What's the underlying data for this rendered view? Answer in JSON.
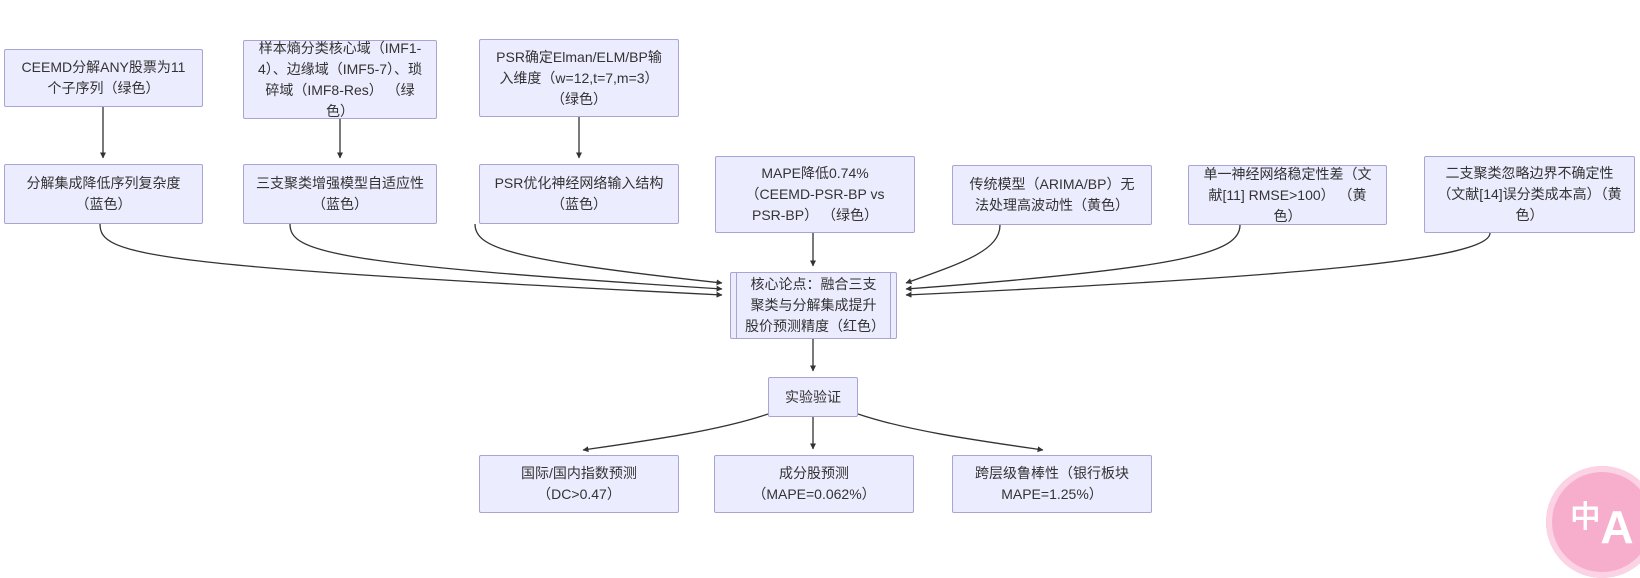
{
  "nodes": [
    {
      "id": "ceemd",
      "label": "CEEMD分解ANY股票为11个子序列（绿色）"
    },
    {
      "id": "sample-entropy",
      "label": "样本熵分类核心域（IMF1-4）、边缘域（IMF5-7）、琐碎域（IMF8-Res） （绿色）"
    },
    {
      "id": "psr-input",
      "label": "PSR确定Elman/ELM/BP输入维度（w=12,t=7,m=3） （绿色）"
    },
    {
      "id": "decomp-benefit",
      "label": "分解集成降低序列复杂度（蓝色）"
    },
    {
      "id": "three-way-benefit",
      "label": "三支聚类增强模型自适应性（蓝色）"
    },
    {
      "id": "psr-benefit",
      "label": "PSR优化神经网络输入结构（蓝色）"
    },
    {
      "id": "mape-evidence",
      "label": "MAPE降低0.74%（CEEMD-PSR-BP vs PSR-BP） （绿色）"
    },
    {
      "id": "traditional-limit",
      "label": "传统模型（ARIMA/BP）无法处理高波动性（黄色）"
    },
    {
      "id": "single-nn-limit",
      "label": "单一神经网络稳定性差（文献[11] RMSE>100） （黄色）"
    },
    {
      "id": "two-way-limit",
      "label": "二支聚类忽略边界不确定性（文献[14]误分类成本高）（黄色）"
    },
    {
      "id": "core-thesis",
      "label": "核心论点：融合三支聚类与分解集成提升股价预测精度（红色）"
    },
    {
      "id": "experiment",
      "label": "实验验证"
    },
    {
      "id": "index-prediction",
      "label": "国际/国内指数预测（DC>0.47）"
    },
    {
      "id": "constituent-pred",
      "label": "成分股预测（MAPE=0.062%）"
    },
    {
      "id": "robustness",
      "label": "跨层级鲁棒性（银行板块MAPE=1.25%）"
    }
  ],
  "translate_button": {
    "zh": "中",
    "en": "A"
  },
  "colors": {
    "node_fill": "#ececff",
    "node_border": "#a8a4d4",
    "edge": "#333333",
    "text": "#333333",
    "translate_button_pink": "#f7aecd"
  }
}
